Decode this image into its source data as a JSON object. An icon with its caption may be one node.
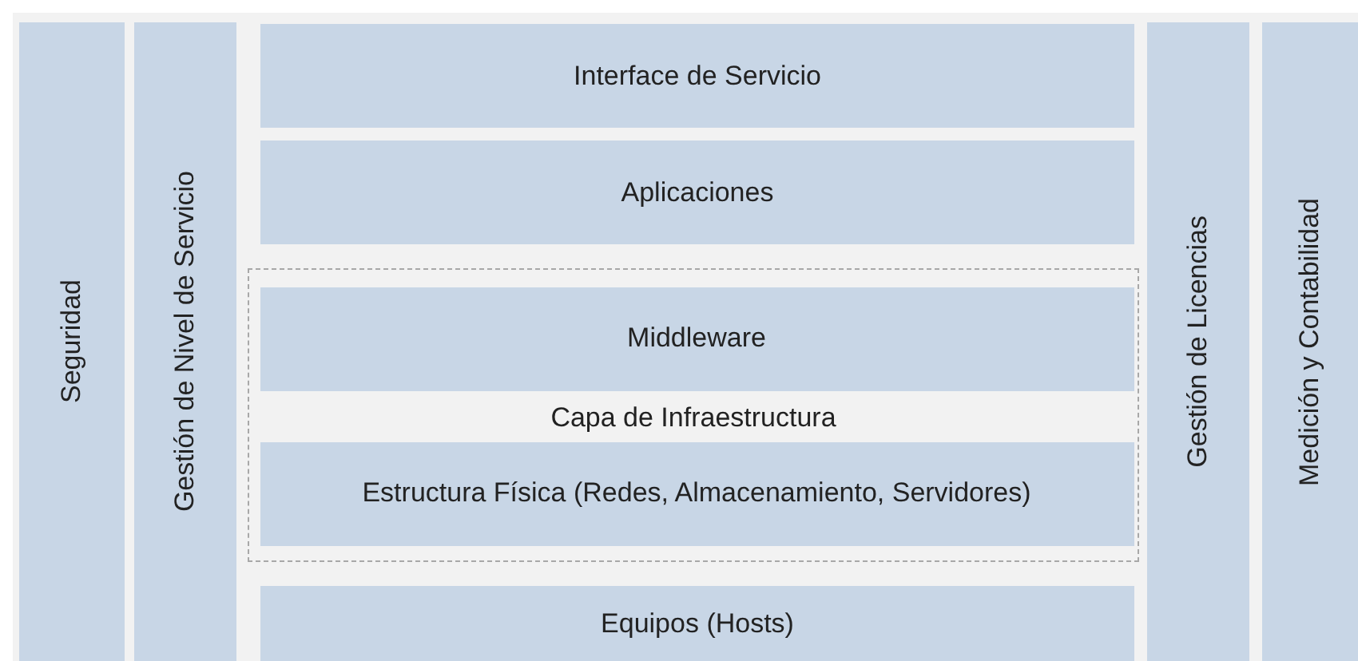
{
  "diagram": {
    "nodes": [
      {
        "text": [
          "Seguridad"
        ]
      },
      {
        "text": [
          "Gestión de Nivel de Servicio"
        ]
      },
      {
        "text": [
          "Interface de Servicio"
        ]
      },
      {
        "text": [
          "Aplicaciones"
        ]
      },
      {
        "text": [
          "Capa de Infraestructura"
        ]
      },
      {
        "text": [
          "Middleware"
        ],
        "in": 4
      },
      {
        "text": [
          "Estructura Física (Redes, Almacenamiento, Servidores)"
        ],
        "in": 4
      },
      {
        "text": [
          "Equipos (Hosts)"
        ]
      },
      {
        "text": [
          "Gestión de Licencias"
        ]
      },
      {
        "text": [
          "Medición y Contabilidad"
        ]
      }
    ]
  }
}
